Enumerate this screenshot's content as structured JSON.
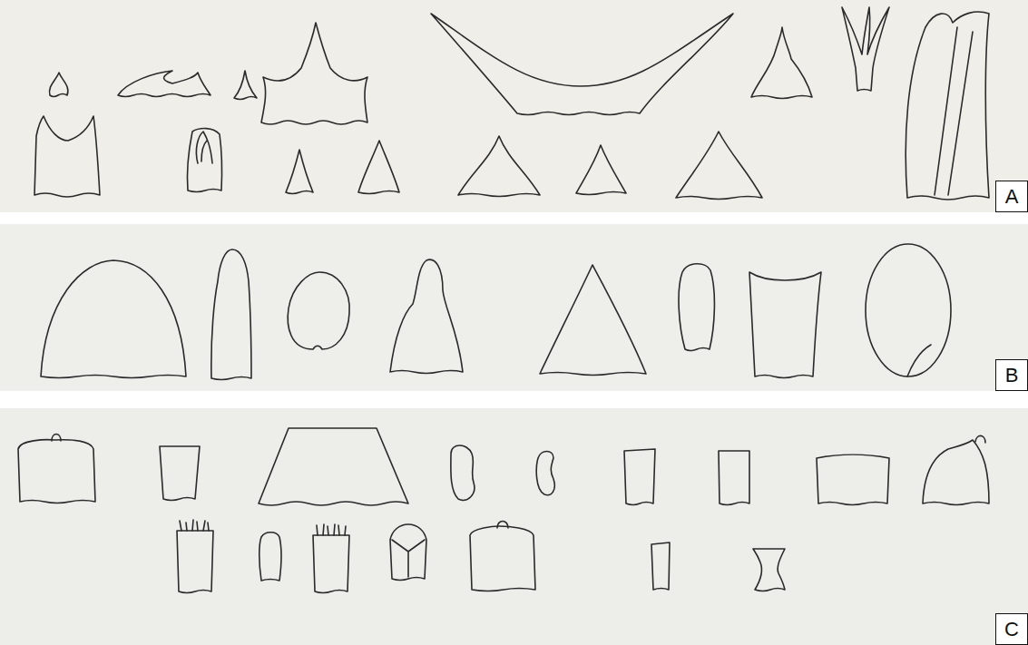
{
  "diagram": {
    "nodes": [
      {
        "text": [
          "A"
        ]
      },
      {
        "text": [
          "B"
        ]
      },
      {
        "text": [
          "C"
        ]
      }
    ]
  }
}
